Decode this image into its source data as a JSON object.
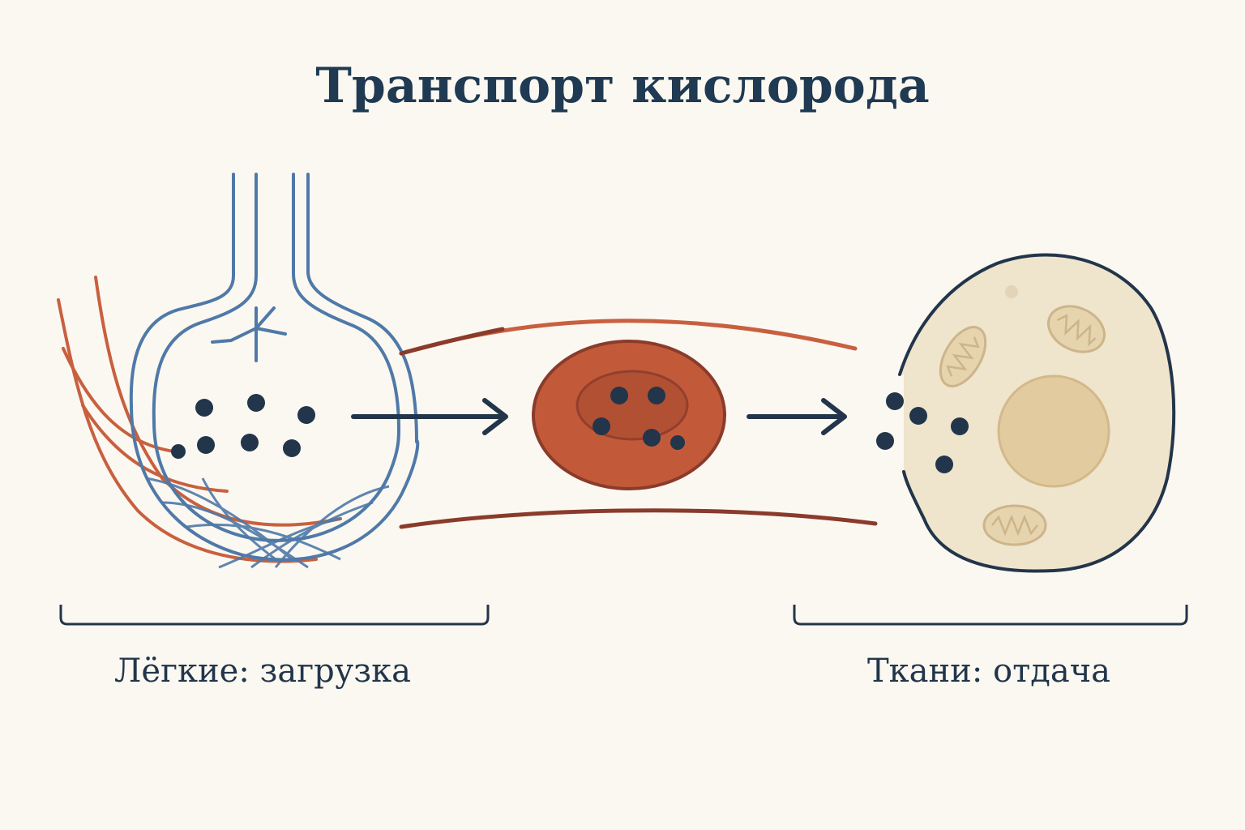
{
  "title": "Транспорт кислорода",
  "sections": {
    "lungs": {
      "label": "Лёгкие: загрузка"
    },
    "tissues": {
      "label": "Ткани: отдача"
    }
  },
  "colors": {
    "background": "#fbf8f1",
    "title": "#1f3a52",
    "oxygen": "#22354a",
    "airway": "#4f79a8",
    "capillary_red": "#c8603f",
    "vessel_dark": "#8a3b2b",
    "red_cell": "#c25a3a",
    "tissue_cell": "#efe4cc",
    "nucleus": "#e2cc9f",
    "mitochondria": "#cdb48a"
  },
  "icons": [
    "alveolus-icon",
    "red-blood-cell-icon",
    "tissue-cell-icon",
    "arrow-right-icon",
    "oxygen-molecule-icon",
    "mitochondrion-icon"
  ]
}
